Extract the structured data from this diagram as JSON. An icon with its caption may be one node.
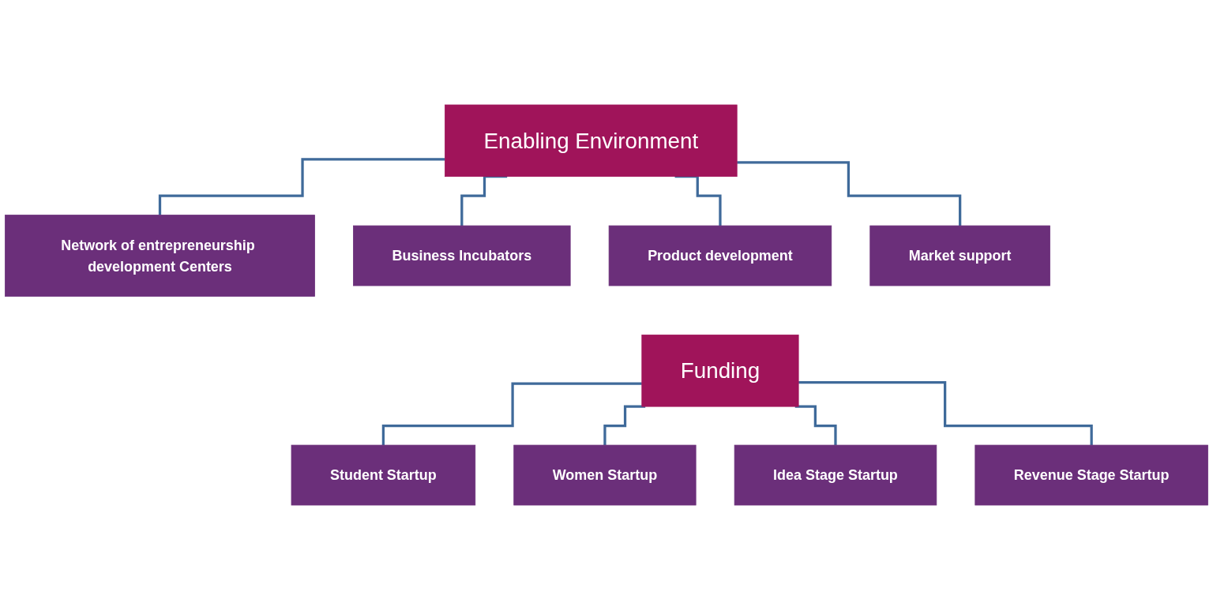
{
  "diagram": {
    "nodes": [
      {
        "text": [
          "Enabling Environment"
        ]
      },
      {
        "text": [
          "Network of entrepreneurship development Centers"
        ]
      },
      {
        "text": [
          "Business Incubators"
        ]
      },
      {
        "text": [
          "Product development"
        ]
      },
      {
        "text": [
          "Market support"
        ]
      },
      {
        "text": [
          "Funding"
        ]
      },
      {
        "text": [
          "Student Startup"
        ]
      },
      {
        "text": [
          "Women Startup"
        ]
      },
      {
        "text": [
          "Idea Stage Startup"
        ]
      },
      {
        "text": [
          "Revenue Stage Startup"
        ]
      }
    ],
    "edges": [
      {
        "from": 0,
        "to": 1,
        "arrow": "none"
      },
      {
        "from": 0,
        "to": 2,
        "arrow": "none"
      },
      {
        "from": 0,
        "to": 3,
        "arrow": "none"
      },
      {
        "from": 0,
        "to": 4,
        "arrow": "none"
      },
      {
        "from": 5,
        "to": 6,
        "arrow": "none"
      },
      {
        "from": 5,
        "to": 7,
        "arrow": "none"
      },
      {
        "from": 5,
        "to": 8,
        "arrow": "none"
      },
      {
        "from": 5,
        "to": 9,
        "arrow": "none"
      }
    ]
  }
}
